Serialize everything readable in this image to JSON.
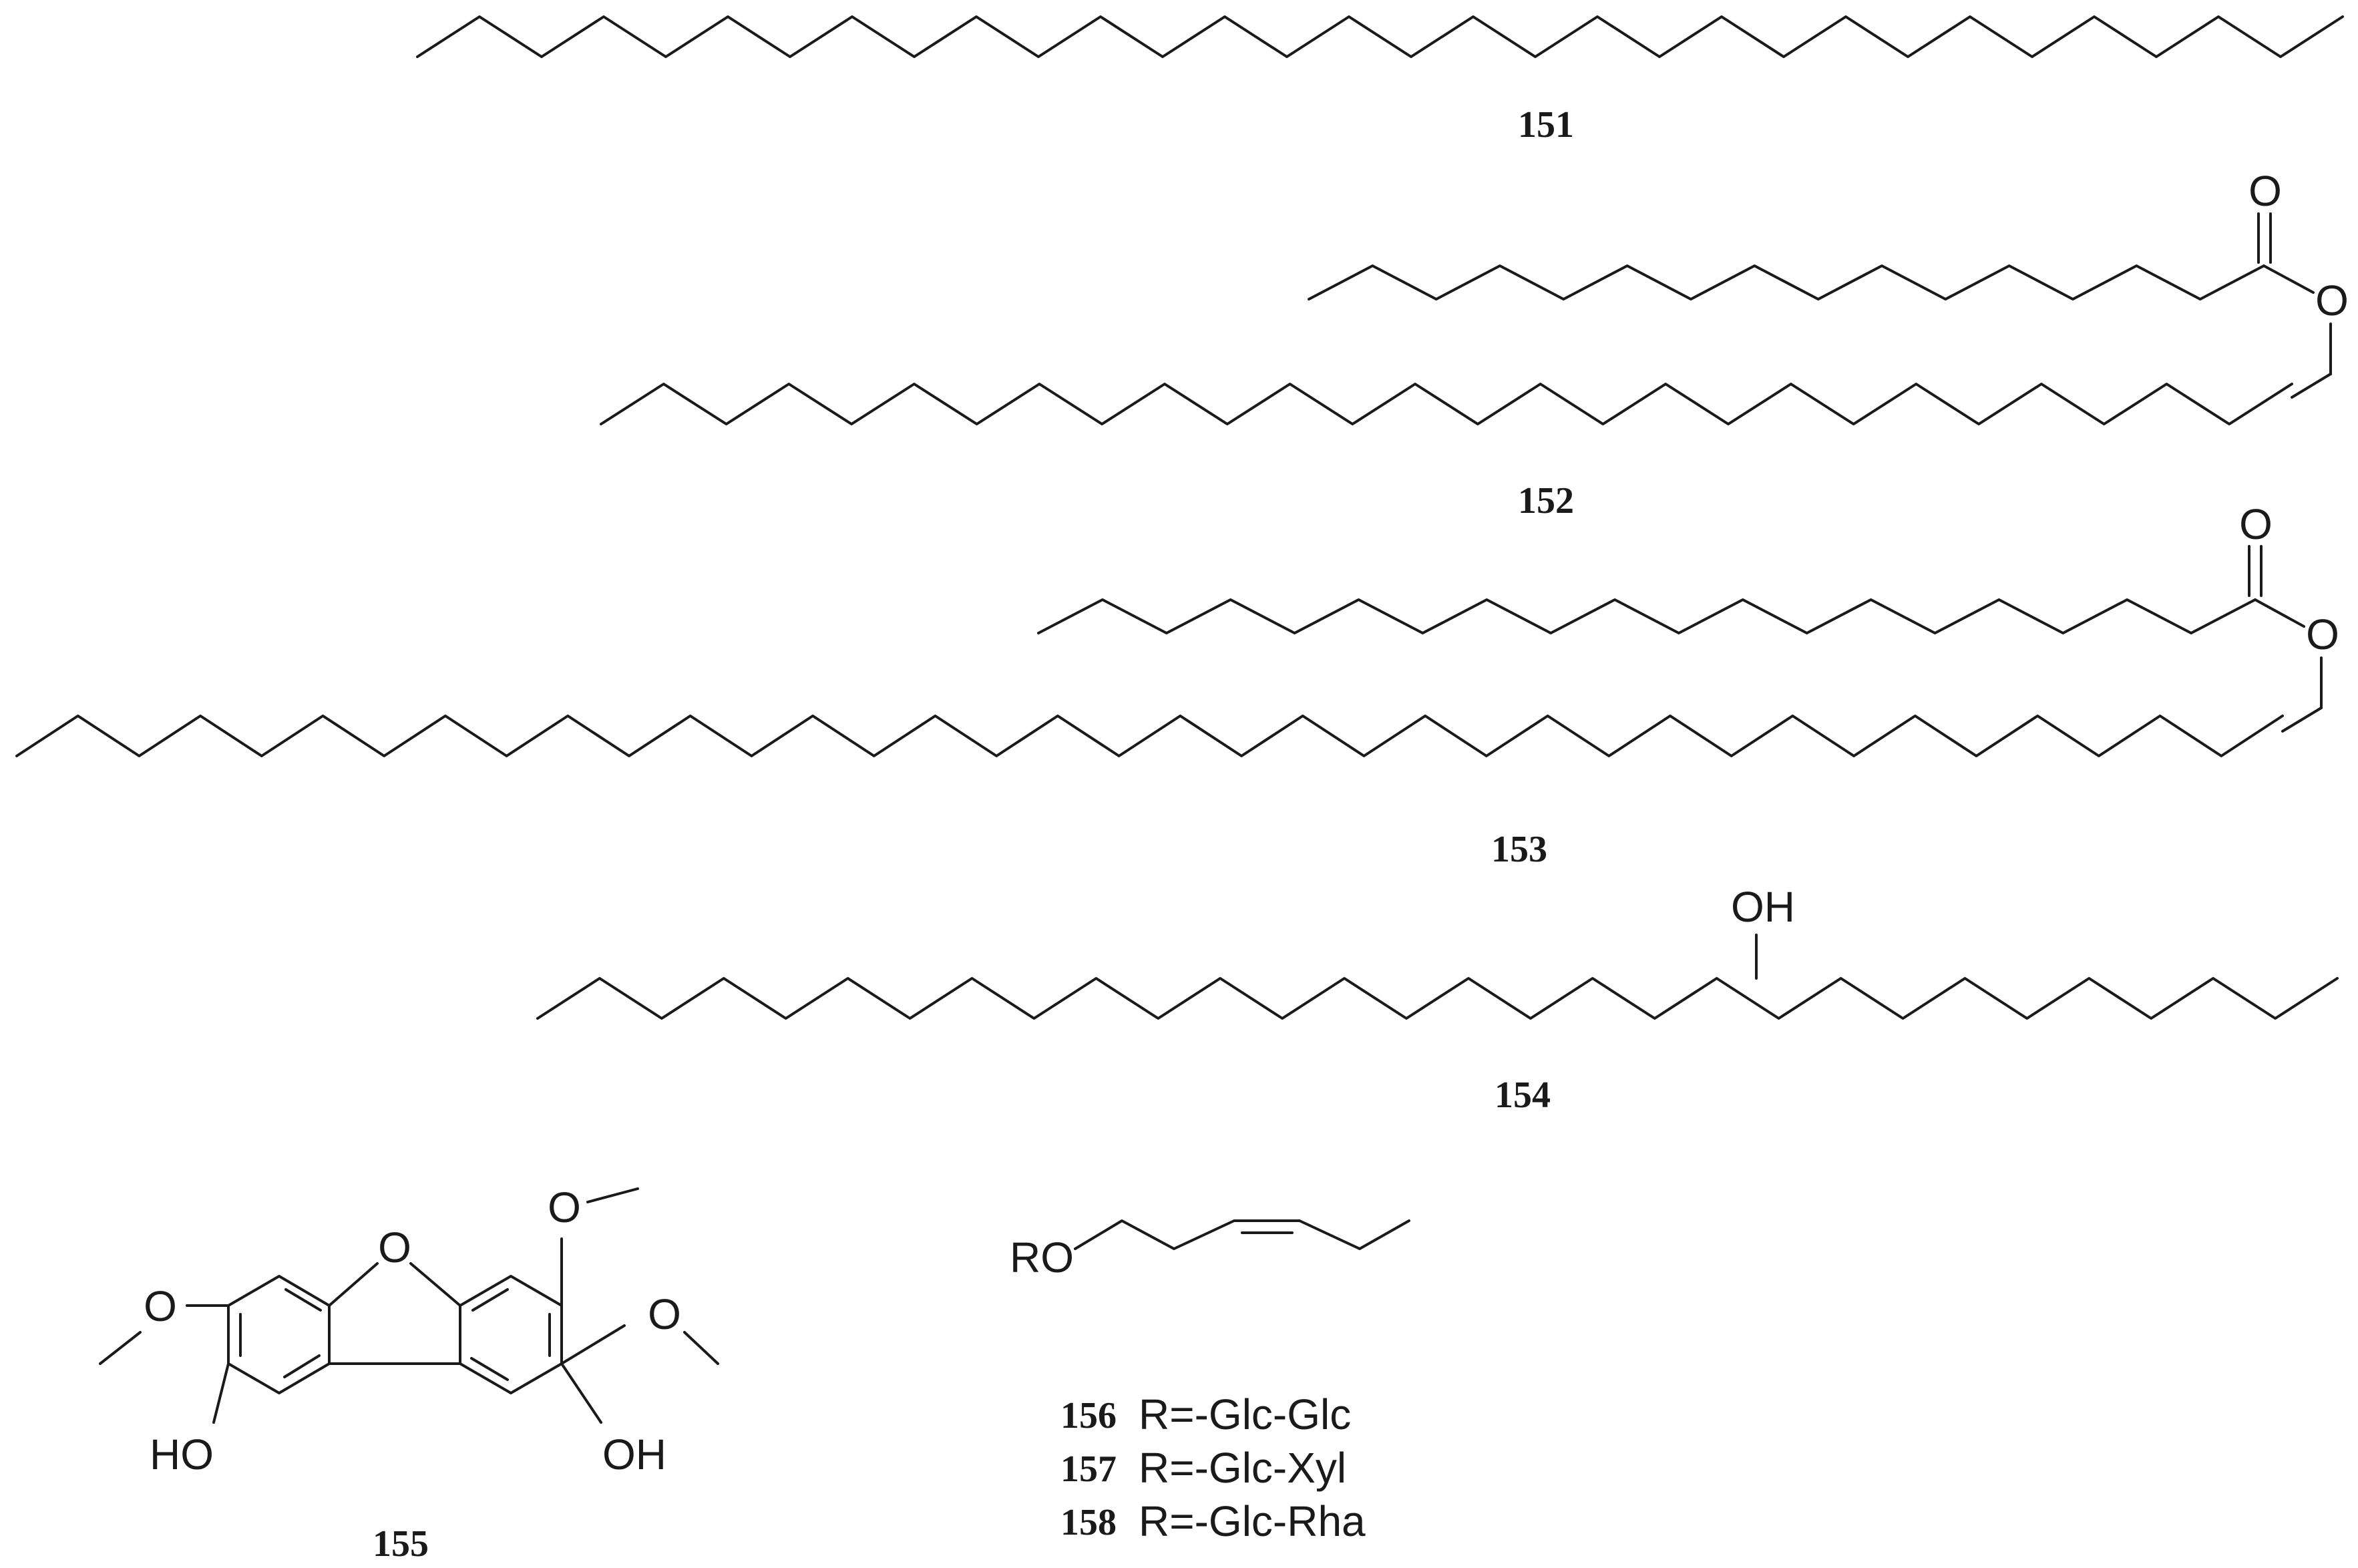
{
  "compounds": {
    "c151": {
      "number": "151"
    },
    "c152": {
      "number": "152",
      "atoms": {
        "carbonyl_o": "O",
        "ester_o": "O"
      }
    },
    "c153": {
      "number": "153",
      "atoms": {
        "carbonyl_o": "O",
        "ester_o": "O"
      }
    },
    "c154": {
      "number": "154",
      "atoms": {
        "hydroxyl": "OH"
      }
    },
    "c155": {
      "number": "155",
      "atoms": {
        "ring_o": "O",
        "ho_left": "HO",
        "oh_right": "OH"
      }
    },
    "c156_158": {
      "atoms": {
        "ro": "RO"
      },
      "variants": [
        {
          "number": "156",
          "label": "R=-Glc-Glc"
        },
        {
          "number": "157",
          "label": "R=-Glc-Xyl"
        },
        {
          "number": "158",
          "label": "R=-Glc-Rha"
        }
      ]
    }
  }
}
